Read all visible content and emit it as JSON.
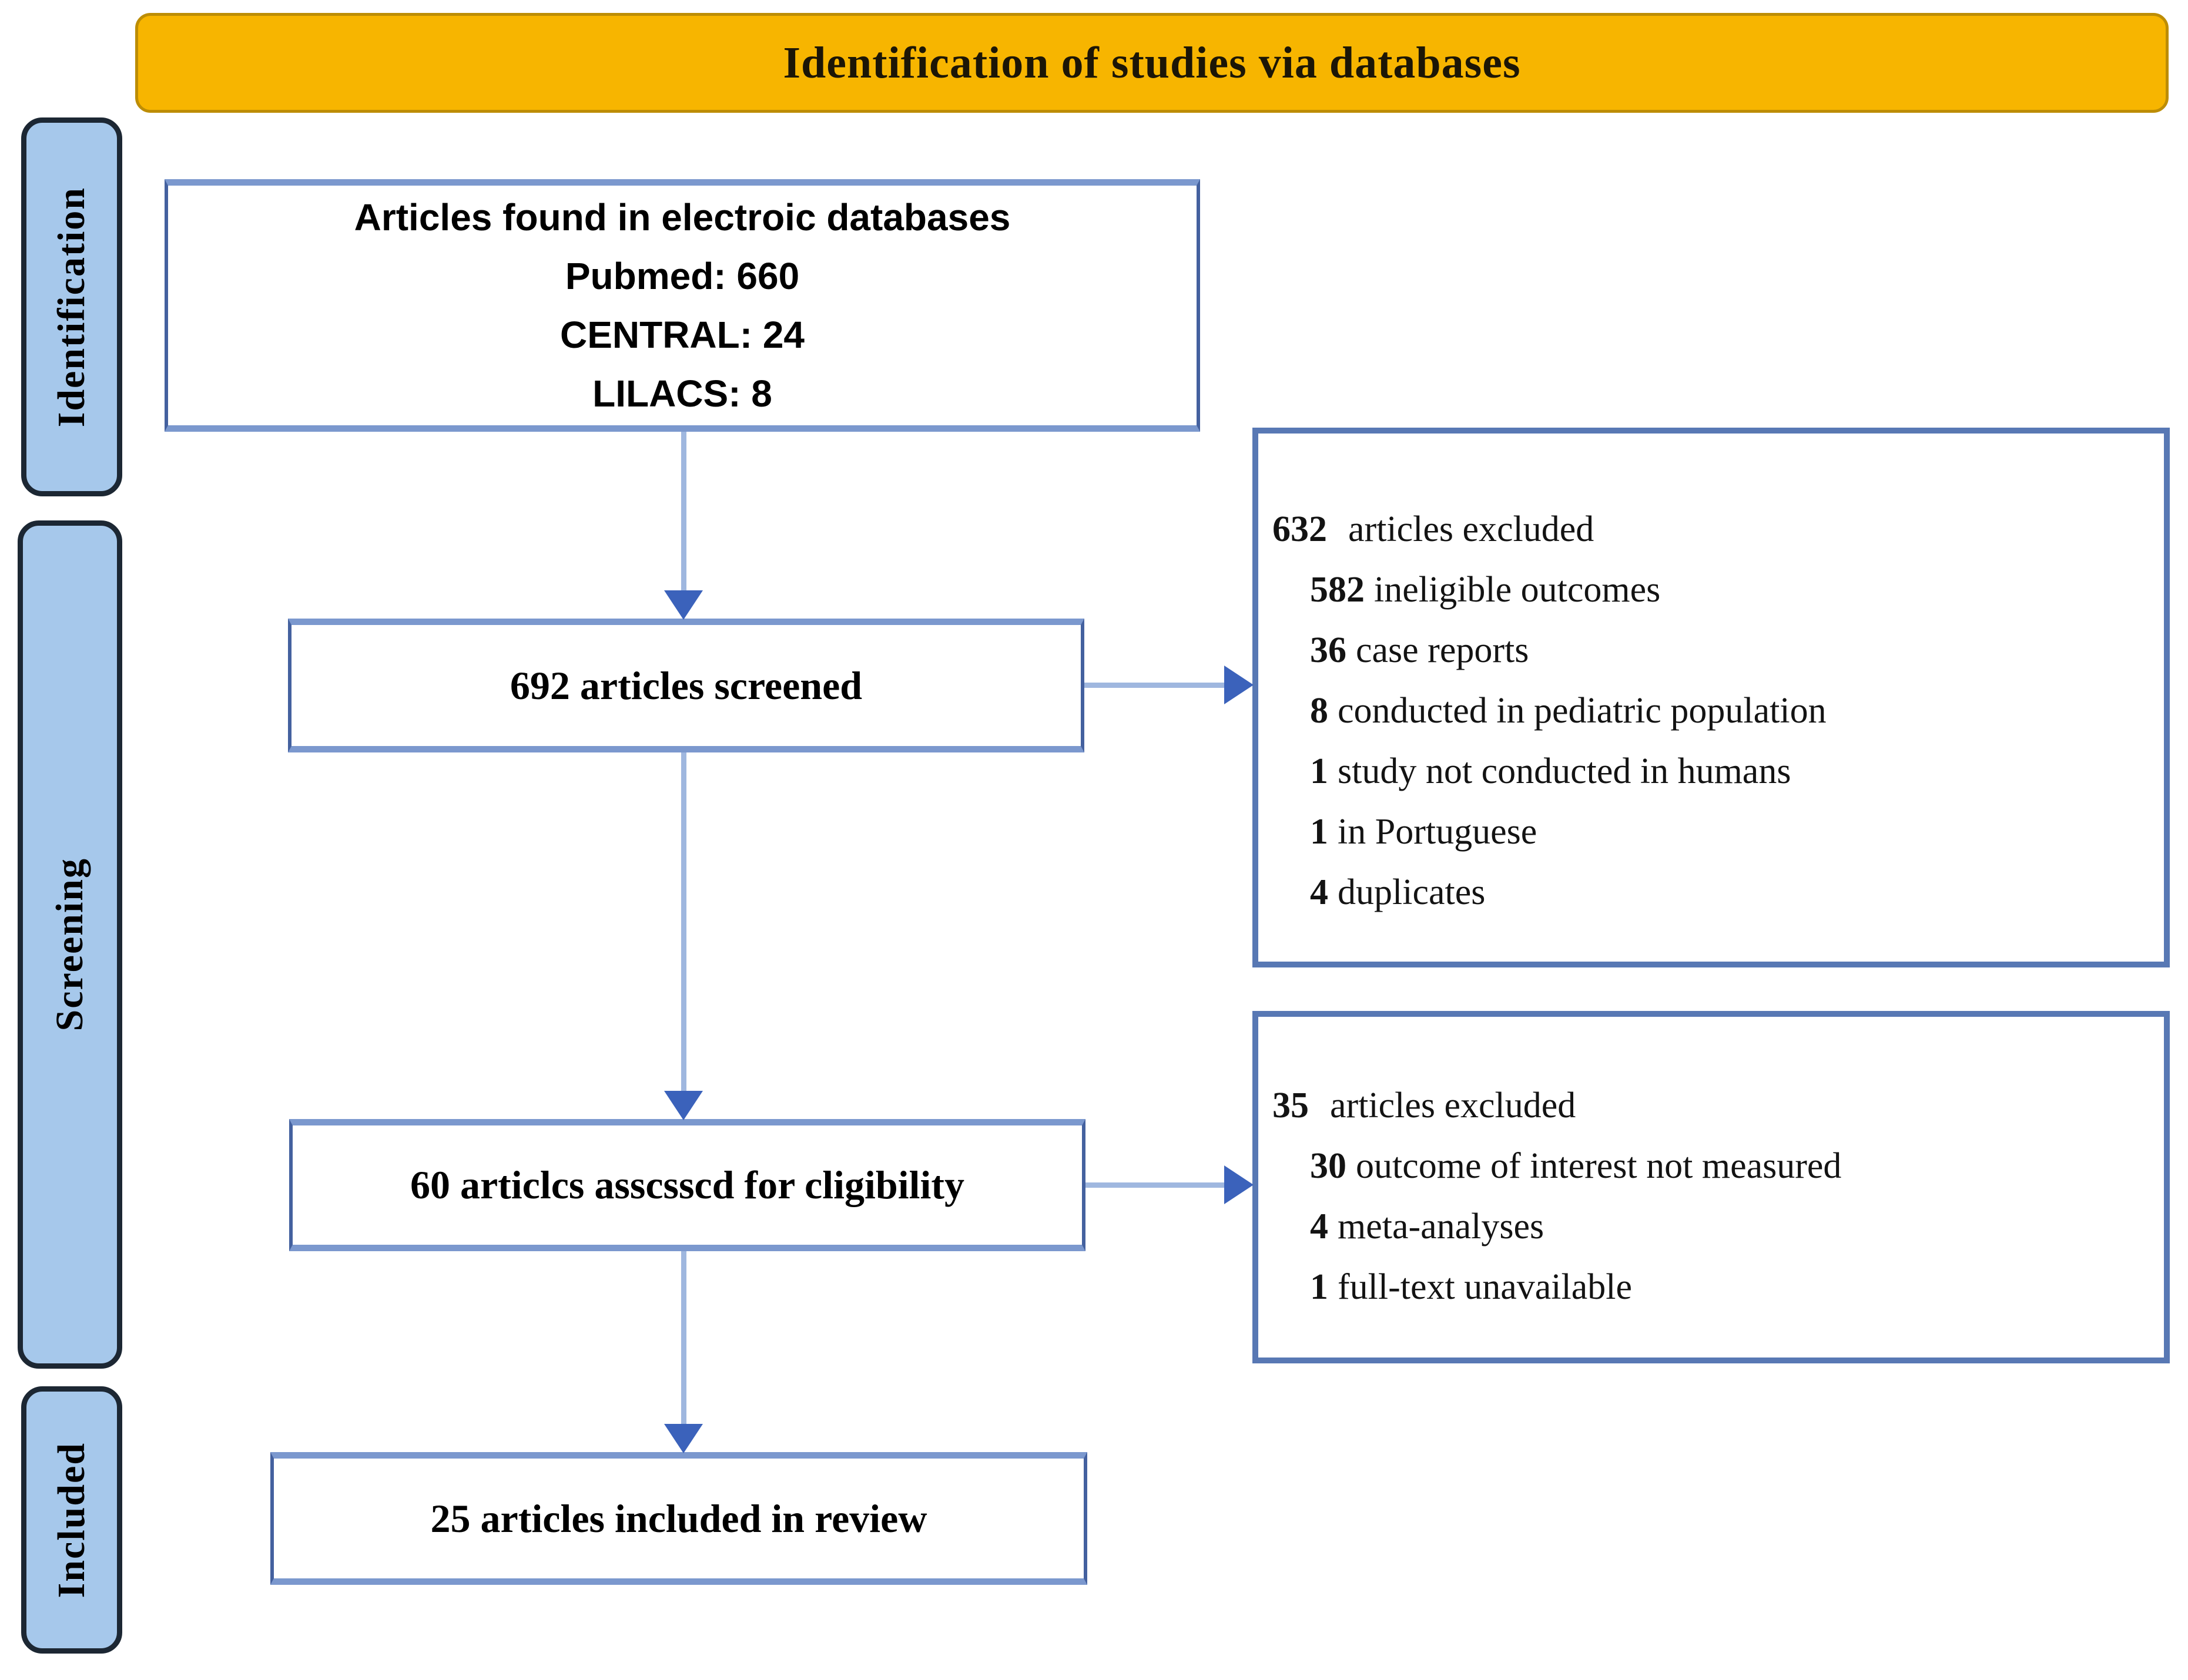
{
  "banner": {
    "title": "Identification of studies via databases"
  },
  "stages": [
    {
      "label": "Identification"
    },
    {
      "label": "Screening"
    },
    {
      "label": "Included"
    }
  ],
  "flow": {
    "found": {
      "lines": [
        "Articles found in electroic databases",
        "Pubmed: 660",
        "CENTRAL: 24",
        "LILACS: 8"
      ]
    },
    "screened": {
      "label": "692 articles screened"
    },
    "eligibility": {
      "label": "60 articlcs asscsscd for cligibility"
    },
    "included": {
      "label": "25 articles included in review"
    }
  },
  "exclusions": {
    "screening": {
      "count": "632",
      "label": "articles excluded",
      "reasons": [
        {
          "count": "582",
          "text": "ineligible outcomes"
        },
        {
          "count": "36",
          "text": "case reports"
        },
        {
          "count": "8",
          "text": "conducted in pediatric population"
        },
        {
          "count": "1",
          "text": "study not conducted in humans"
        },
        {
          "count": "1",
          "text": "in Portuguese"
        },
        {
          "count": "4",
          "text": "duplicates"
        }
      ]
    },
    "eligibility": {
      "count": "35",
      "label": "articles excluded",
      "reasons": [
        {
          "count": "30",
          "text": "outcome of interest not measured"
        },
        {
          "count": "4",
          "text": "meta-analyses"
        },
        {
          "count": "1",
          "text": "full-text unavailable"
        }
      ]
    }
  },
  "colors": {
    "banner_bg": "#F7B500",
    "banner_border": "#BD8D05",
    "stage_bg": "#A6C8EB",
    "stage_border": "#1C2733",
    "flow_box_border_light": "#7B98CE",
    "flow_box_border_dark": "#44619F",
    "exclusion_box_border": "#5878B4",
    "arrow_line": "#9FB7DF",
    "arrow_head": "#3B62BB",
    "text": "#000000"
  }
}
